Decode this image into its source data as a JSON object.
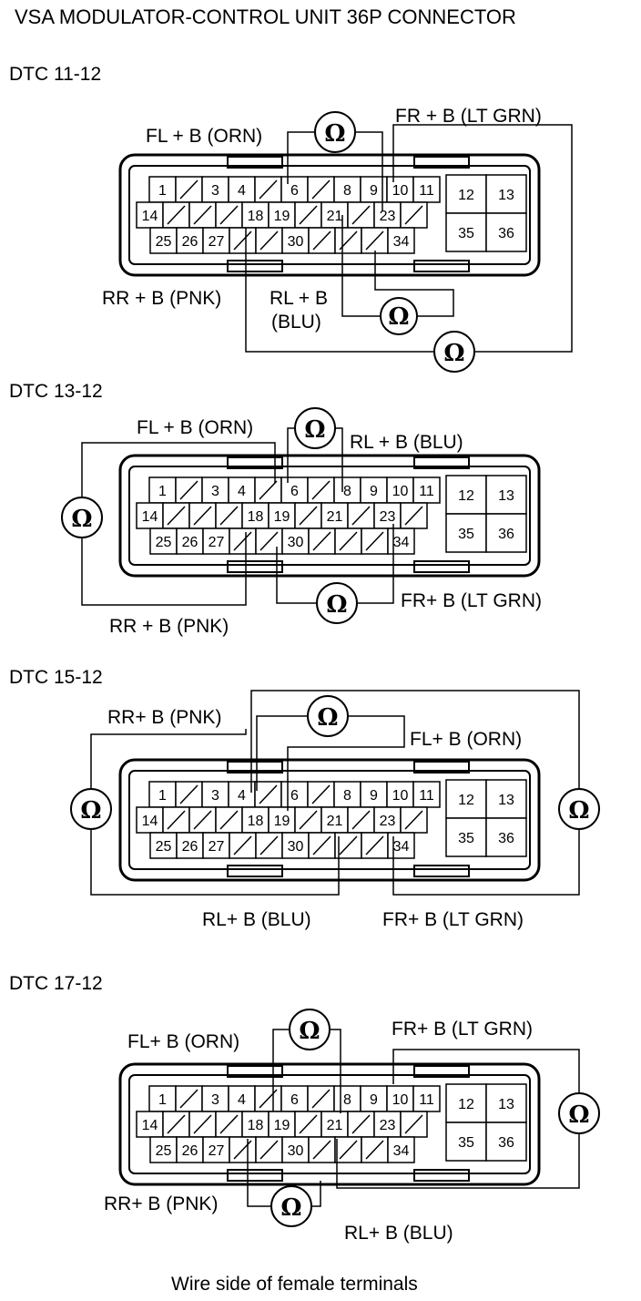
{
  "title": "VSA MODULATOR-CONTROL UNIT 36P CONNECTOR",
  "footer": "Wire side of female terminals",
  "ohm_symbol": "Ω",
  "connector": {
    "row1": [
      "1",
      "",
      "3",
      "4",
      "",
      "6",
      "",
      "8",
      "9",
      "10",
      "11"
    ],
    "row2": [
      "14",
      "",
      "",
      "",
      "18",
      "19",
      "",
      "21",
      "",
      "23",
      ""
    ],
    "row3": [
      "",
      "25",
      "26",
      "27",
      "",
      "",
      "30",
      "",
      "",
      "",
      "34"
    ],
    "big": [
      "12",
      "13",
      "35",
      "36"
    ]
  },
  "diagrams": [
    {
      "dtc": "DTC 11-12",
      "labels": {
        "fl": "FL + B (ORN)",
        "fr": "FR + B (LT GRN)",
        "rr": "RR + B (PNK)",
        "rl1": "RL + B",
        "rl2": "(BLU)"
      }
    },
    {
      "dtc": "DTC 13-12",
      "labels": {
        "fl": "FL + B (ORN)",
        "rl": "RL + B (BLU)",
        "rr": "RR + B (PNK)",
        "fr": "FR+ B (LT GRN)"
      }
    },
    {
      "dtc": "DTC 15-12",
      "labels": {
        "rr": "RR+ B (PNK)",
        "fl": "FL+ B (ORN)",
        "rl": "RL+ B (BLU)",
        "fr": "FR+ B (LT GRN)"
      }
    },
    {
      "dtc": "DTC 17-12",
      "labels": {
        "fl": "FL+ B (ORN)",
        "fr": "FR+ B (LT GRN)",
        "rr": "RR+ B (PNK)",
        "rl": "RL+ B (BLU)"
      }
    }
  ]
}
